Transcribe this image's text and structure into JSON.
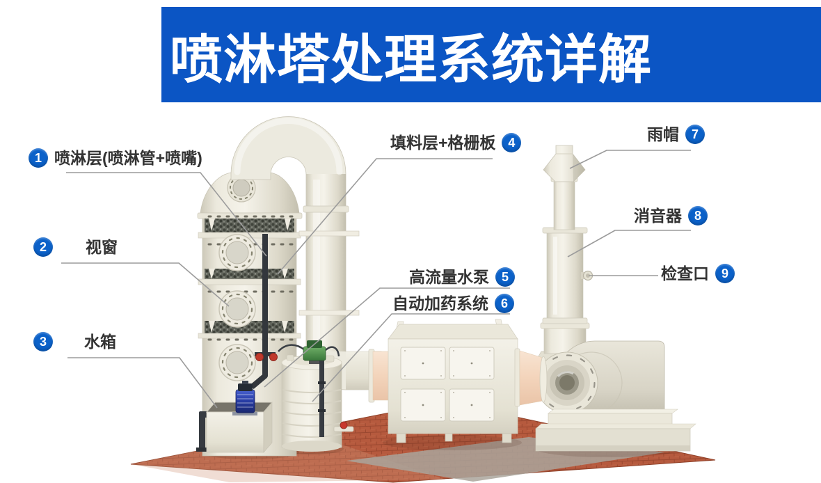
{
  "header": {
    "title": "喷淋塔处理系统详解"
  },
  "colors": {
    "banner_blue": "#0b55c4",
    "badge_blue": "#0b61c9",
    "label_text": "#333333",
    "floor_brick": "#b65a3e",
    "equipment_cream": "#efece1"
  },
  "labels": [
    {
      "number": "1",
      "text": "喷淋层(喷淋管+喷嘴)"
    },
    {
      "number": "2",
      "text": "视窗"
    },
    {
      "number": "3",
      "text": "水箱"
    },
    {
      "number": "4",
      "text": "填料层+格栅板"
    },
    {
      "number": "5",
      "text": "高流量水泵"
    },
    {
      "number": "6",
      "text": "自动加药系统"
    },
    {
      "number": "7",
      "text": "雨帽"
    },
    {
      "number": "8",
      "text": "消音器"
    },
    {
      "number": "9",
      "text": "检查口"
    }
  ]
}
